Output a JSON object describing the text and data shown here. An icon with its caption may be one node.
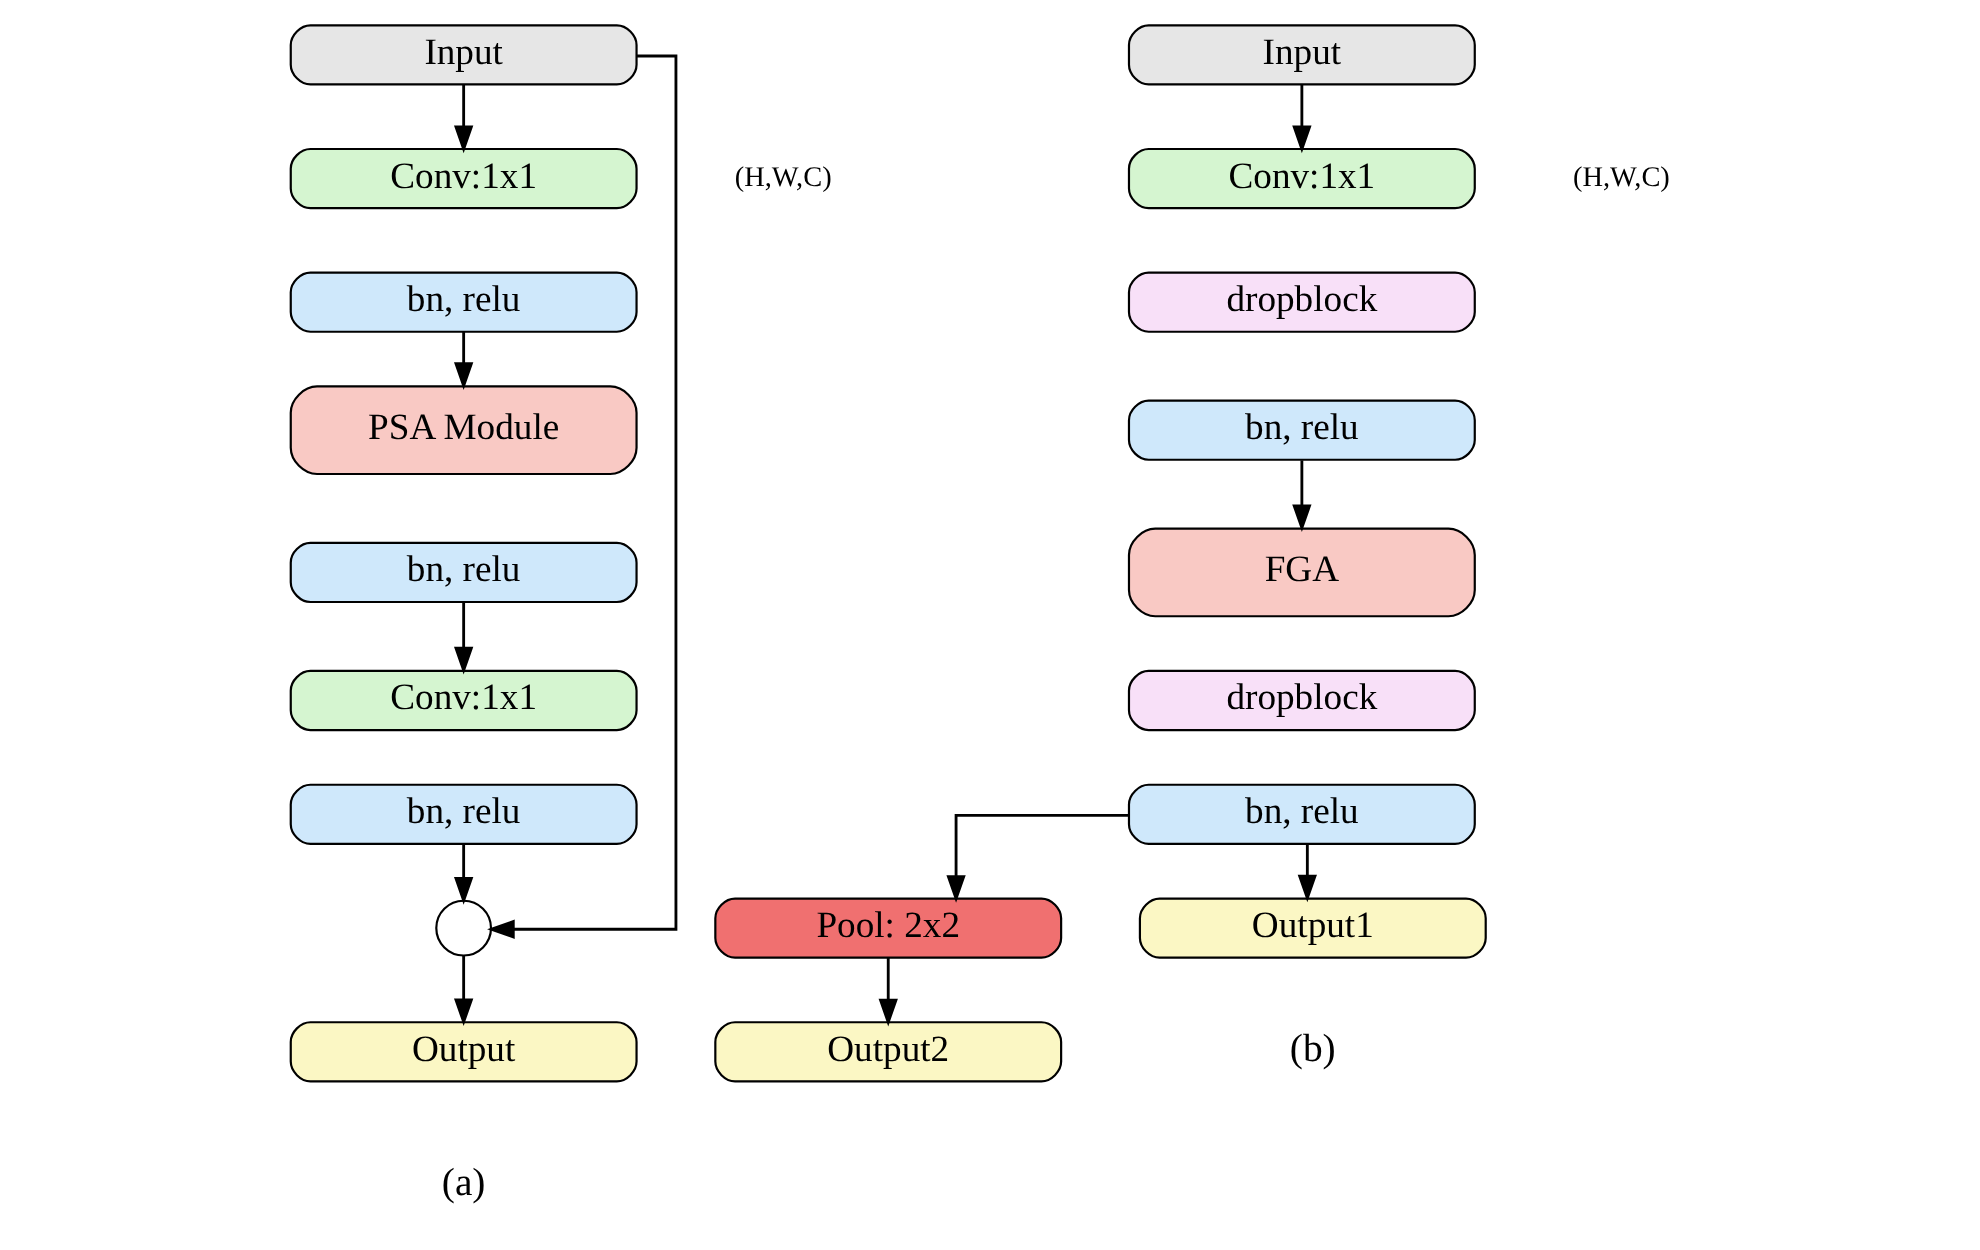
{
  "diagram": {
    "nodes": [
      {
        "text": [
          "Input"
        ]
      },
      {
        "text": [
          "Conv:1x1"
        ]
      },
      {
        "text": [
          "bn, relu"
        ]
      },
      {
        "text": [
          "PSA Module"
        ]
      },
      {
        "text": [
          "bn, relu"
        ]
      },
      {
        "text": [
          "Conv:1x1"
        ]
      },
      {
        "text": [
          "bn, relu"
        ]
      },
      {
        "text": [],
        "shape": "circle"
      },
      {
        "text": [
          "Output"
        ]
      },
      {
        "text": [
          "Input"
        ]
      },
      {
        "text": [
          "Conv:1x1"
        ]
      },
      {
        "text": [
          "dropblock"
        ]
      },
      {
        "text": [
          "bn, relu"
        ]
      },
      {
        "text": [
          "FGA"
        ]
      },
      {
        "text": [
          "dropblock"
        ]
      },
      {
        "text": [
          "bn, relu"
        ]
      },
      {
        "text": [
          "Pool: 2x2"
        ]
      },
      {
        "text": [
          "Output1"
        ]
      },
      {
        "text": [
          "Output2"
        ]
      }
    ],
    "edges": [
      {
        "from": 0,
        "to": 1,
        "arrow": "to"
      },
      {
        "from": 2,
        "to": 3,
        "arrow": "to"
      },
      {
        "from": 4,
        "to": 5,
        "arrow": "to"
      },
      {
        "from": 6,
        "to": 7,
        "arrow": "to"
      },
      {
        "from": 7,
        "to": 8,
        "arrow": "to"
      },
      {
        "from": 0,
        "to": 7,
        "arrow": "to"
      },
      {
        "from": 9,
        "to": 10,
        "arrow": "to"
      },
      {
        "from": 12,
        "to": 13,
        "arrow": "to"
      },
      {
        "from": 15,
        "to": 16,
        "arrow": "to"
      },
      {
        "from": 15,
        "to": 17,
        "arrow": "to"
      },
      {
        "from": 16,
        "to": 18,
        "arrow": "to"
      }
    ],
    "labels": [
      "(H,W,C)",
      "(H,W,C)",
      "(a)",
      "(b)"
    ]
  }
}
